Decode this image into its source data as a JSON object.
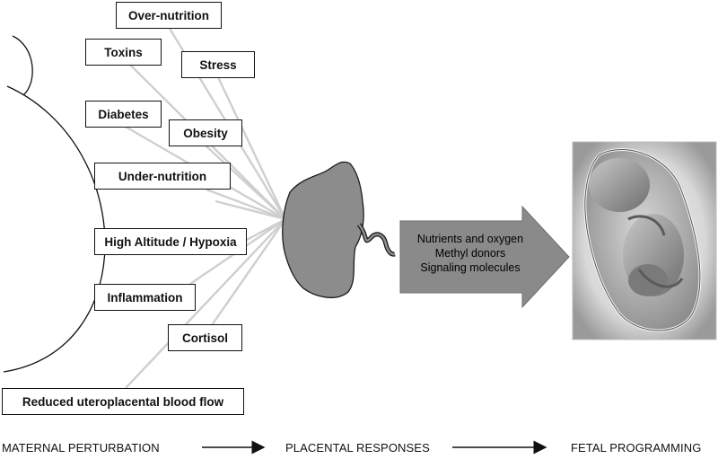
{
  "factors": [
    {
      "id": "over-nutrition",
      "label": "Over-nutrition"
    },
    {
      "id": "toxins",
      "label": "Toxins"
    },
    {
      "id": "stress",
      "label": "Stress"
    },
    {
      "id": "diabetes",
      "label": "Diabetes"
    },
    {
      "id": "obesity",
      "label": "Obesity"
    },
    {
      "id": "under-nutrition",
      "label": "Under-nutrition"
    },
    {
      "id": "high-altitude-hypoxia",
      "label": "High Altitude / Hypoxia"
    },
    {
      "id": "inflammation",
      "label": "Inflammation"
    },
    {
      "id": "cortisol",
      "label": "Cortisol"
    },
    {
      "id": "reduced-blood-flow",
      "label": "Reduced uteroplacental blood flow"
    }
  ],
  "transfer_arrow": {
    "lines": [
      "Nutrients and oxygen",
      "Methyl donors",
      "Signaling molecules"
    ]
  },
  "stages": {
    "maternal": "MATERNAL PERTURBATION",
    "placental": "PLACENTAL RESPONSES",
    "fetal": "FETAL PROGRAMMING"
  },
  "colors": {
    "placenta_fill": "#8c8c8c",
    "connector_line": "#cfcfcf",
    "arrow_fill": "#8a8a8a"
  }
}
